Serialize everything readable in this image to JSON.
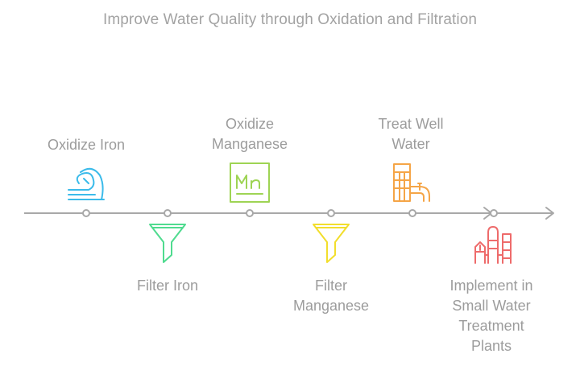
{
  "title": "Improve Water Quality through Oxidation and Filtration",
  "steps": [
    {
      "label": "Oxidize Iron",
      "icon": "oxidize-iron-icon",
      "color": "#3bbbea"
    },
    {
      "label": "Filter Iron",
      "icon": "funnel-icon",
      "color": "#4fdb8f"
    },
    {
      "label": "Oxidize Manganese",
      "icon": "manganese-element-icon",
      "color": "#9ed454"
    },
    {
      "label": "Filter Manganese",
      "icon": "funnel-icon",
      "color": "#f2de2c"
    },
    {
      "label": "Treat Well Water",
      "icon": "well-water-tank-icon",
      "color": "#f5a547"
    },
    {
      "label": "Implement in Small Water Treatment Plants",
      "icon": "treatment-plant-icon",
      "color": "#ee6b6b"
    }
  ],
  "colors": {
    "line": "#a8a8a8",
    "text": "#9c9c9c"
  }
}
